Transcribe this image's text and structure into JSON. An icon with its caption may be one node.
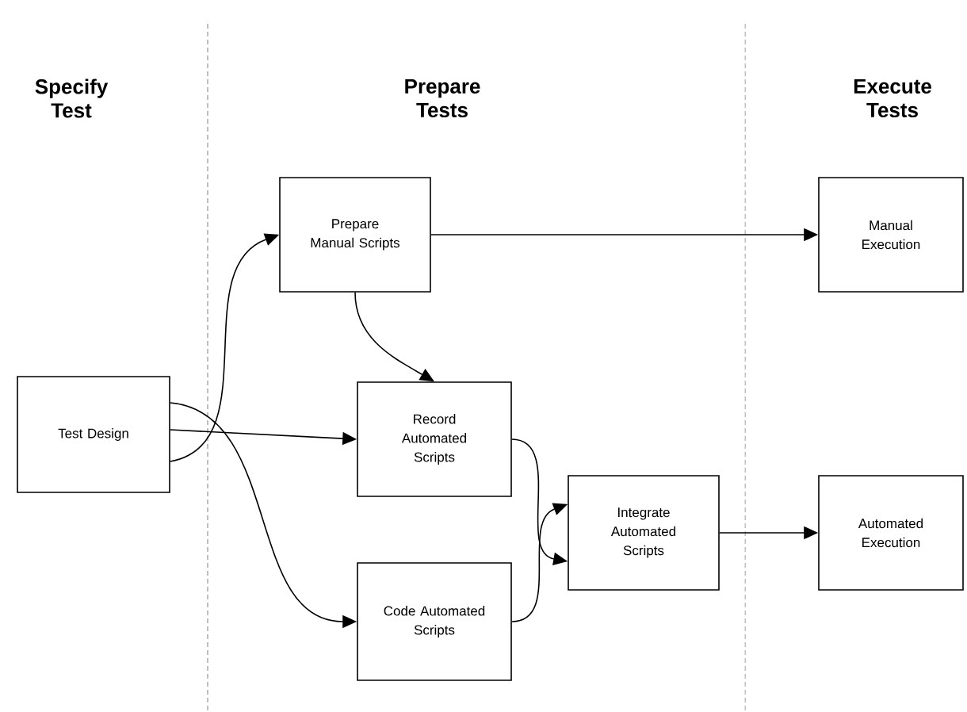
{
  "diagram": {
    "nodes": [
      {
        "text": [
          "Test Design"
        ]
      },
      {
        "text": [
          "Prepare Manual Scripts"
        ]
      },
      {
        "text": [
          "Record Automated Scripts"
        ]
      },
      {
        "text": [
          "Code Automated Scripts"
        ]
      },
      {
        "text": [
          "Integrate Automated Scripts"
        ]
      },
      {
        "text": [
          "Manual Execution"
        ]
      },
      {
        "text": [
          "Automated Execution"
        ]
      }
    ],
    "edges": [
      {
        "from": 0,
        "to": 1,
        "arrow": "to"
      },
      {
        "from": 0,
        "to": 2,
        "arrow": "to"
      },
      {
        "from": 0,
        "to": 3,
        "arrow": "to"
      },
      {
        "from": 1,
        "to": 2,
        "arrow": "to"
      },
      {
        "from": 1,
        "to": 5,
        "arrow": "to"
      },
      {
        "from": 2,
        "to": 4,
        "arrow": "to"
      },
      {
        "from": 3,
        "to": 4,
        "arrow": "to"
      },
      {
        "from": 4,
        "to": 6,
        "arrow": "to"
      }
    ],
    "labels": [
      "Specify Test",
      "Prepare Tests",
      "Execute Tests"
    ]
  }
}
